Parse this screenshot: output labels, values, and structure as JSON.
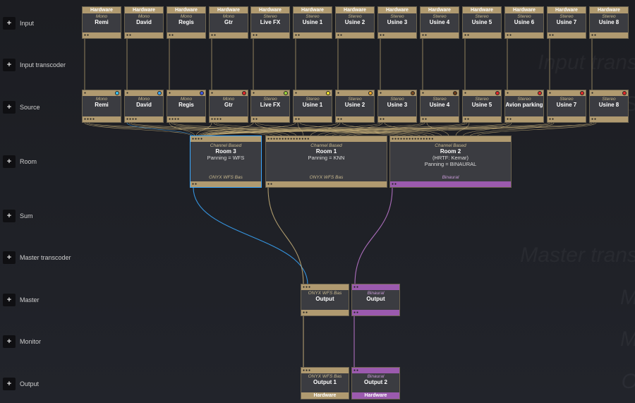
{
  "rows": [
    {
      "label": "Input"
    },
    {
      "label": "Input transcoder"
    },
    {
      "label": "Source"
    },
    {
      "label": "Room"
    },
    {
      "label": "Sum"
    },
    {
      "label": "Master transcoder"
    },
    {
      "label": "Master"
    },
    {
      "label": "Monitor"
    },
    {
      "label": "Output"
    }
  ],
  "add_label": "+",
  "watermarks": [
    "Input trans",
    "S",
    "Master trans",
    "M",
    "M",
    "O"
  ],
  "inputs": [
    {
      "hdr": "Hardware",
      "mode": "Mono",
      "name": "Remi"
    },
    {
      "hdr": "Hardware",
      "mode": "Mono",
      "name": "David"
    },
    {
      "hdr": "Hardware",
      "mode": "Mono",
      "name": "Regis"
    },
    {
      "hdr": "Hardware",
      "mode": "Mono",
      "name": "Gtr"
    },
    {
      "hdr": "Hardware",
      "mode": "Stereo",
      "name": "Live FX"
    },
    {
      "hdr": "Hardware",
      "mode": "Stereo",
      "name": "Usine 1"
    },
    {
      "hdr": "Hardware",
      "mode": "Stereo",
      "name": "Usine 2"
    },
    {
      "hdr": "Hardware",
      "mode": "Stereo",
      "name": "Usine 3"
    },
    {
      "hdr": "Hardware",
      "mode": "Stereo",
      "name": "Usine 4"
    },
    {
      "hdr": "Hardware",
      "mode": "Stereo",
      "name": "Usine 5"
    },
    {
      "hdr": "Hardware",
      "mode": "Stereo",
      "name": "Usine 6"
    },
    {
      "hdr": "Hardware",
      "mode": "Stereo",
      "name": "Usine 7"
    },
    {
      "hdr": "Hardware",
      "mode": "Stereo",
      "name": "Usine 8"
    }
  ],
  "sources": [
    {
      "mode": "Mono",
      "name": "Remi",
      "color": "#39c2f0"
    },
    {
      "mode": "Mono",
      "name": "David",
      "color": "#3aa8ff"
    },
    {
      "mode": "Mono",
      "name": "Regis",
      "color": "#3d54e0"
    },
    {
      "mode": "Mono",
      "name": "Gtr",
      "color": "#e02828"
    },
    {
      "mode": "Stereo",
      "name": "Live FX",
      "color": "#9ad13a"
    },
    {
      "mode": "Stereo",
      "name": "Usine 1",
      "color": "#f2e22a"
    },
    {
      "mode": "Stereo",
      "name": "Usine 2",
      "color": "#f0a828"
    },
    {
      "mode": "Stereo",
      "name": "Usine 3",
      "color": "#7a4a20"
    },
    {
      "mode": "Stereo",
      "name": "Usine 4",
      "color": "#6b3a18"
    },
    {
      "mode": "Stereo",
      "name": "Usine 5",
      "color": "#e02828"
    },
    {
      "mode": "Stereo",
      "name": "Avion parking",
      "color": "#e02828"
    },
    {
      "mode": "Stereo",
      "name": "Usine 7",
      "color": "#e02828"
    },
    {
      "mode": "Stereo",
      "name": "Usine 8",
      "color": "#e02828"
    }
  ],
  "rooms": [
    {
      "mode": "Channel Based",
      "name": "Room  3",
      "line1": "",
      "line2": "Panning = WFS",
      "tag": "ONYX WFS Bas"
    },
    {
      "mode": "Channel Based",
      "name": "Room 1",
      "line1": "",
      "line2": "Panning = KNN",
      "tag": "ONYX WFS Bas"
    },
    {
      "mode": "Channel Based",
      "name": "Room 2",
      "line1": "(HRTF: Kemar)",
      "line2": "Panning = BINAURAL",
      "tag": "Binaural"
    }
  ],
  "masters": [
    {
      "mode": "ONYX WFS Bas",
      "name": "Output"
    },
    {
      "mode": "Binaural",
      "name": "Output"
    }
  ],
  "outputs": [
    {
      "mode": "ONYX WFS Bas",
      "name": "Output 1",
      "hdr": "Hardware"
    },
    {
      "mode": "Binaural",
      "name": "Output 2",
      "hdr": "Hardware"
    }
  ],
  "colors": {
    "accent_tan": "#b09a70",
    "accent_purple": "#9b5aae",
    "selection_blue": "#3aa8ff",
    "wire_tan": "#c8b07a",
    "wire_blue": "#3aa8ff",
    "wire_purple": "#c47ad6"
  }
}
